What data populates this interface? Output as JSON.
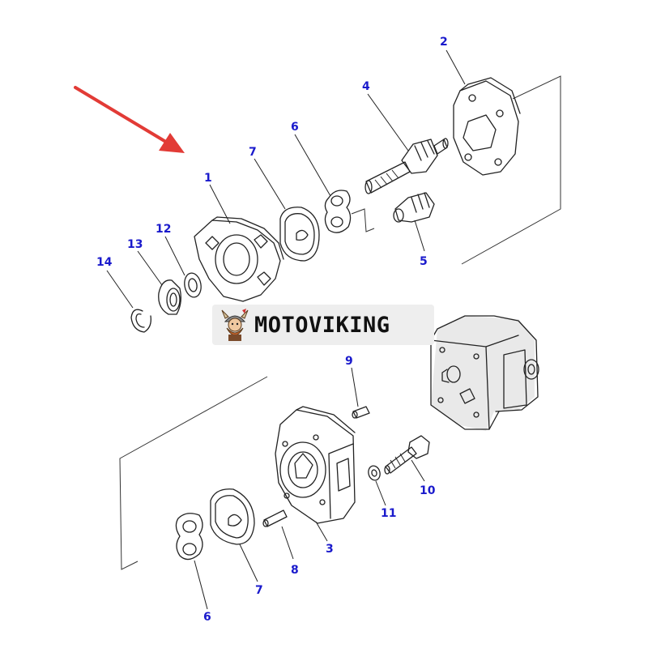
{
  "colors": {
    "background": "#ffffff",
    "line": "#222222",
    "label": "#1a1acc",
    "arrow": "#e23b36",
    "brand_bg": "#eeeeee",
    "brand_text": "#111111"
  },
  "brand": {
    "name": "MOTOVIKING",
    "mascot_icon": "viking-mascot-icon"
  },
  "pointer_icon": "red-arrow-icon",
  "labels": {
    "l1": "1",
    "l2": "2",
    "l3": "3",
    "l4": "4",
    "l5": "5",
    "l6a": "6",
    "l6b": "6",
    "l7a": "7",
    "l7b": "7",
    "l8": "8",
    "l9": "9",
    "l10": "10",
    "l11": "11",
    "l12": "12",
    "l13": "13",
    "l14": "14"
  }
}
